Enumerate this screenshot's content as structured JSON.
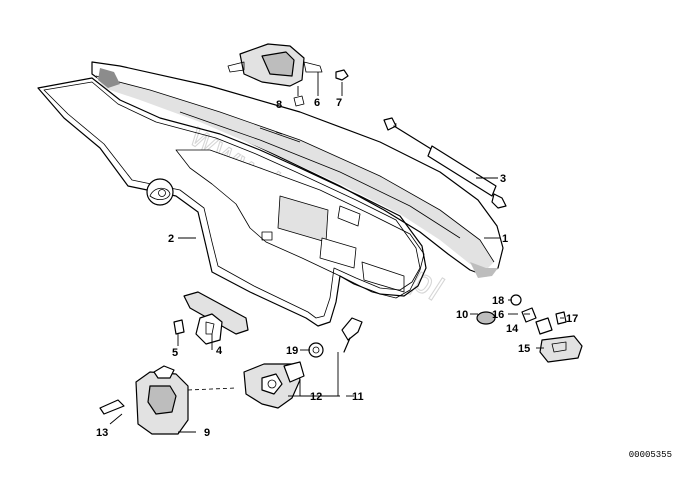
{
  "watermark": "www.bmwstore.pl",
  "document_number": "00005355",
  "callouts": [
    {
      "id": "part-1",
      "label": "1"
    },
    {
      "id": "part-2",
      "label": "2"
    },
    {
      "id": "part-3",
      "label": "3"
    },
    {
      "id": "part-4",
      "label": "4"
    },
    {
      "id": "part-5",
      "label": "5"
    },
    {
      "id": "part-6",
      "label": "6"
    },
    {
      "id": "part-7",
      "label": "7"
    },
    {
      "id": "part-8",
      "label": "8"
    },
    {
      "id": "part-9",
      "label": "9"
    },
    {
      "id": "part-10",
      "label": "10"
    },
    {
      "id": "part-11",
      "label": "11"
    },
    {
      "id": "part-12",
      "label": "12"
    },
    {
      "id": "part-13",
      "label": "13"
    },
    {
      "id": "part-14",
      "label": "14"
    },
    {
      "id": "part-15",
      "label": "15"
    },
    {
      "id": "part-16",
      "label": "16"
    },
    {
      "id": "part-17",
      "label": "17"
    },
    {
      "id": "part-18",
      "label": "18"
    },
    {
      "id": "part-19",
      "label": "19"
    }
  ]
}
